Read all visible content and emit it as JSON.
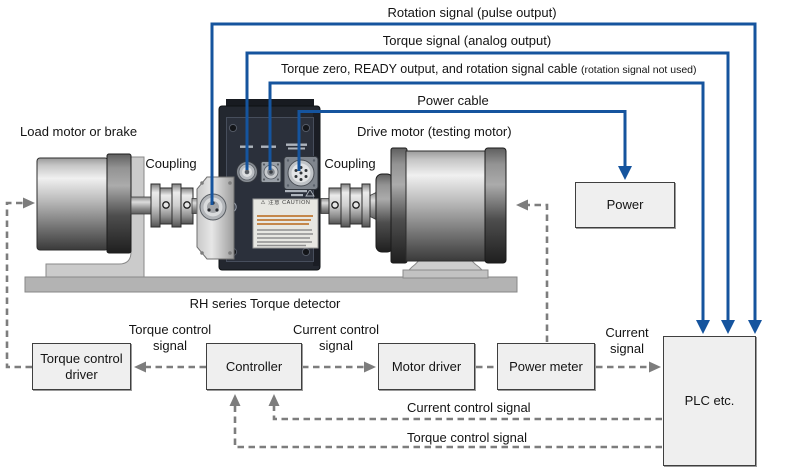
{
  "signal_labels": {
    "rotation": "Rotation signal (pulse output)",
    "torque": "Torque signal (analog output)",
    "torque_zero_main": "Torque zero, READY output, and rotation signal cable ",
    "torque_zero_note": "(rotation signal not used)",
    "power_cable": "Power cable"
  },
  "machine": {
    "load_motor": "Load motor or brake",
    "coupling_left": "Coupling",
    "coupling_right": "Coupling",
    "drive_motor": "Drive motor (testing motor)",
    "detector_caption": "RH series Torque detector",
    "caution_text": "⚠ 注意 CAUTION"
  },
  "boxes": {
    "power": "Power",
    "torque_control_driver": "Torque control driver",
    "controller": "Controller",
    "motor_driver": "Motor driver",
    "power_meter": "Power meter",
    "plc": "PLC etc."
  },
  "flow_labels": {
    "torque_control_between": "Torque control signal",
    "current_control_between": "Current control signal",
    "current_signal": "Current signal",
    "current_control_plc": "Current control signal",
    "torque_control_plc": "Torque control signal"
  },
  "colors": {
    "signal_blue": "#15549E",
    "dashed_gray": "#7D7D7D",
    "box_fill": "#EFEFEF",
    "box_border": "#3F3F3F",
    "base_gray": "#B3B3B3",
    "detector_body": "#23272F"
  }
}
